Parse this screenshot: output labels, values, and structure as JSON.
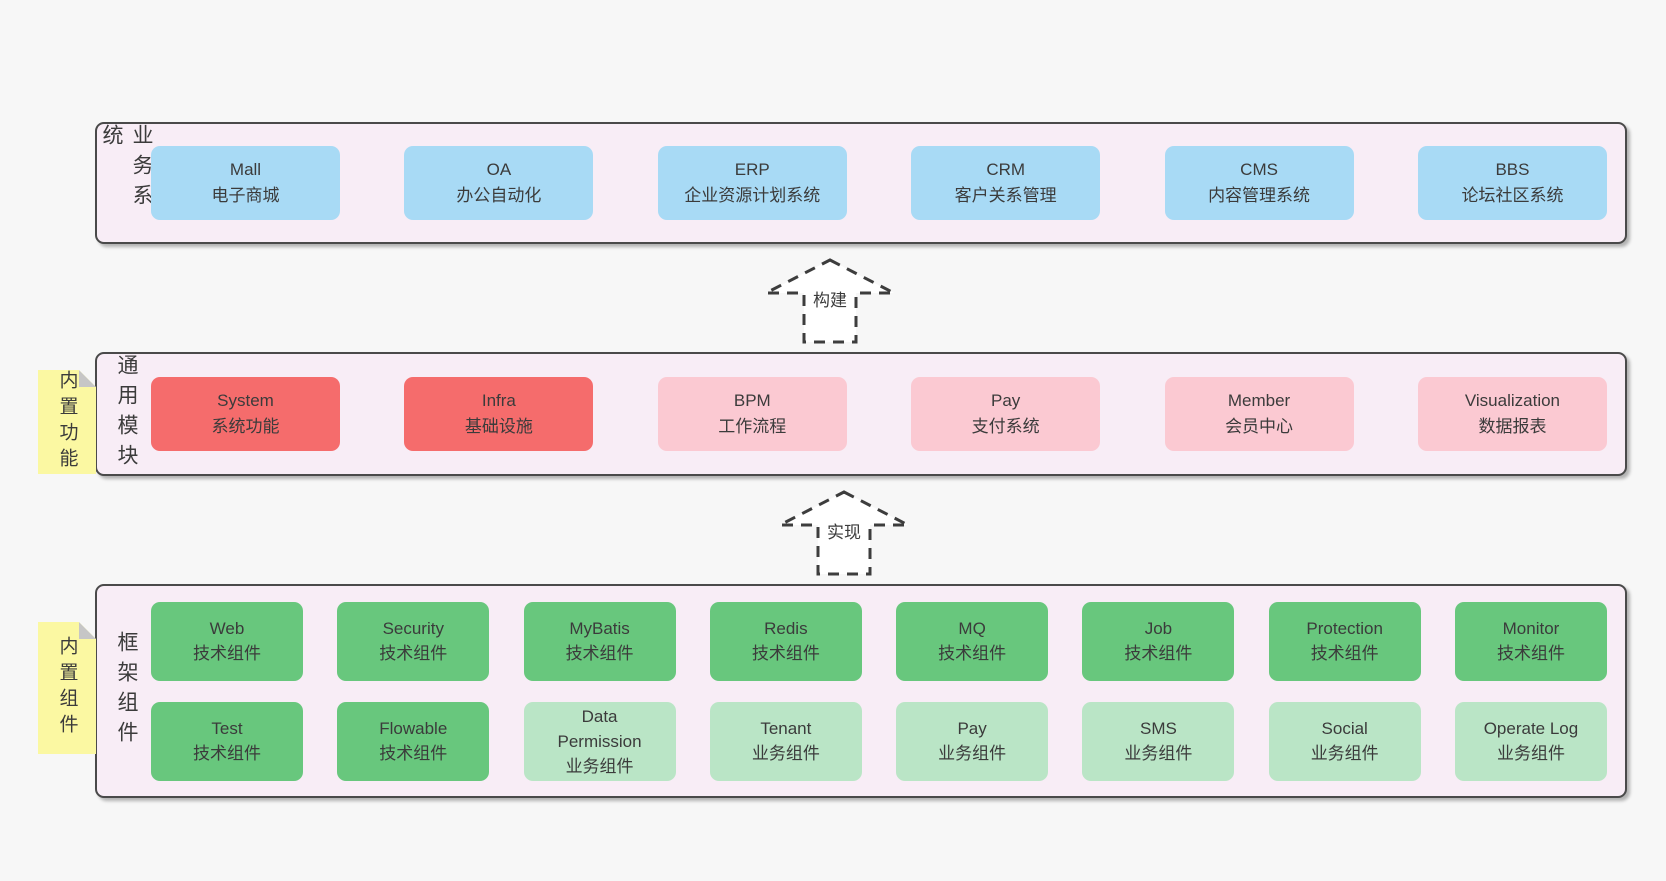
{
  "colors": {
    "page_bg": "#f7f7f7",
    "band_bg": "#f8edf6",
    "band_border": "#4a4a4a",
    "blue_box": "#a8daf5",
    "red_box": "#f56c6c",
    "pink_box": "#fbc9d2",
    "green_box": "#68c77d",
    "light_green_box": "#bae5c6",
    "sticky_yellow": "#fbf8a2",
    "text": "#3b3b3b"
  },
  "business_band": {
    "label": "业务系统",
    "boxes": [
      {
        "name": "Mall",
        "desc": "电子商城"
      },
      {
        "name": "OA",
        "desc": "办公自动化"
      },
      {
        "name": "ERP",
        "desc": "企业资源计划系统"
      },
      {
        "name": "CRM",
        "desc": "客户关系管理"
      },
      {
        "name": "CMS",
        "desc": "内容管理系统"
      },
      {
        "name": "BBS",
        "desc": "论坛社区系统"
      }
    ]
  },
  "arrows": [
    {
      "label": "构建"
    },
    {
      "label": "实现"
    }
  ],
  "modules_band": {
    "label": "通用模块",
    "sticky": "内置功能",
    "boxes": [
      {
        "name": "System",
        "desc": "系统功能"
      },
      {
        "name": "Infra",
        "desc": "基础设施"
      },
      {
        "name": "BPM",
        "desc": "工作流程"
      },
      {
        "name": "Pay",
        "desc": "支付系统"
      },
      {
        "name": "Member",
        "desc": "会员中心"
      },
      {
        "name": "Visualization",
        "desc": "数据报表"
      }
    ]
  },
  "components_band": {
    "label": "框架组件",
    "sticky": "内置组件",
    "row1": [
      {
        "name": "Web",
        "desc": "技术组件"
      },
      {
        "name": "Security",
        "desc": "技术组件"
      },
      {
        "name": "MyBatis",
        "desc": "技术组件"
      },
      {
        "name": "Redis",
        "desc": "技术组件"
      },
      {
        "name": "MQ",
        "desc": "技术组件"
      },
      {
        "name": "Job",
        "desc": "技术组件"
      },
      {
        "name": "Protection",
        "desc": "技术组件"
      },
      {
        "name": "Monitor",
        "desc": "技术组件"
      }
    ],
    "row2": [
      {
        "name": "Test",
        "desc": "技术组件"
      },
      {
        "name": "Flowable",
        "desc": "技术组件"
      },
      {
        "name": "Data Permission",
        "desc": "业务组件"
      },
      {
        "name": "Tenant",
        "desc": "业务组件"
      },
      {
        "name": "Pay",
        "desc": "业务组件"
      },
      {
        "name": "SMS",
        "desc": "业务组件"
      },
      {
        "name": "Social",
        "desc": "业务组件"
      },
      {
        "name": "Operate Log",
        "desc": "业务组件"
      }
    ]
  }
}
